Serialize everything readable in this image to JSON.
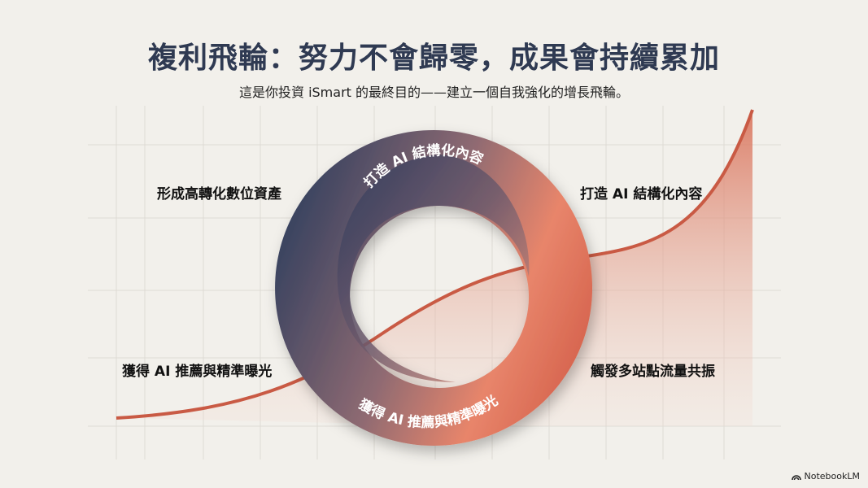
{
  "header": {
    "title": "複利飛輪：努力不會歸零，成果會持續累加",
    "subtitle": "這是你投資 iSmart 的最終目的——建立一個自我強化的增長飛輪。"
  },
  "labels": {
    "top_left": "形成高轉化數位資產",
    "top_right": "打造 AI 結構化內容",
    "bottom_left": "獲得 AI 推薦與精準曝光",
    "bottom_right": "觸發多站點流量共振"
  },
  "ring": {
    "top_text": "打造 AI 結構化內容",
    "bottom_text": "獲得 AI 推薦與精準曝光"
  },
  "colors": {
    "navy": "#2f3a58",
    "coral": "#e07a5f",
    "curve": "#c95a44"
  },
  "brand": {
    "name": "NotebookLM",
    "icon": "notebooklm-logo-icon"
  }
}
